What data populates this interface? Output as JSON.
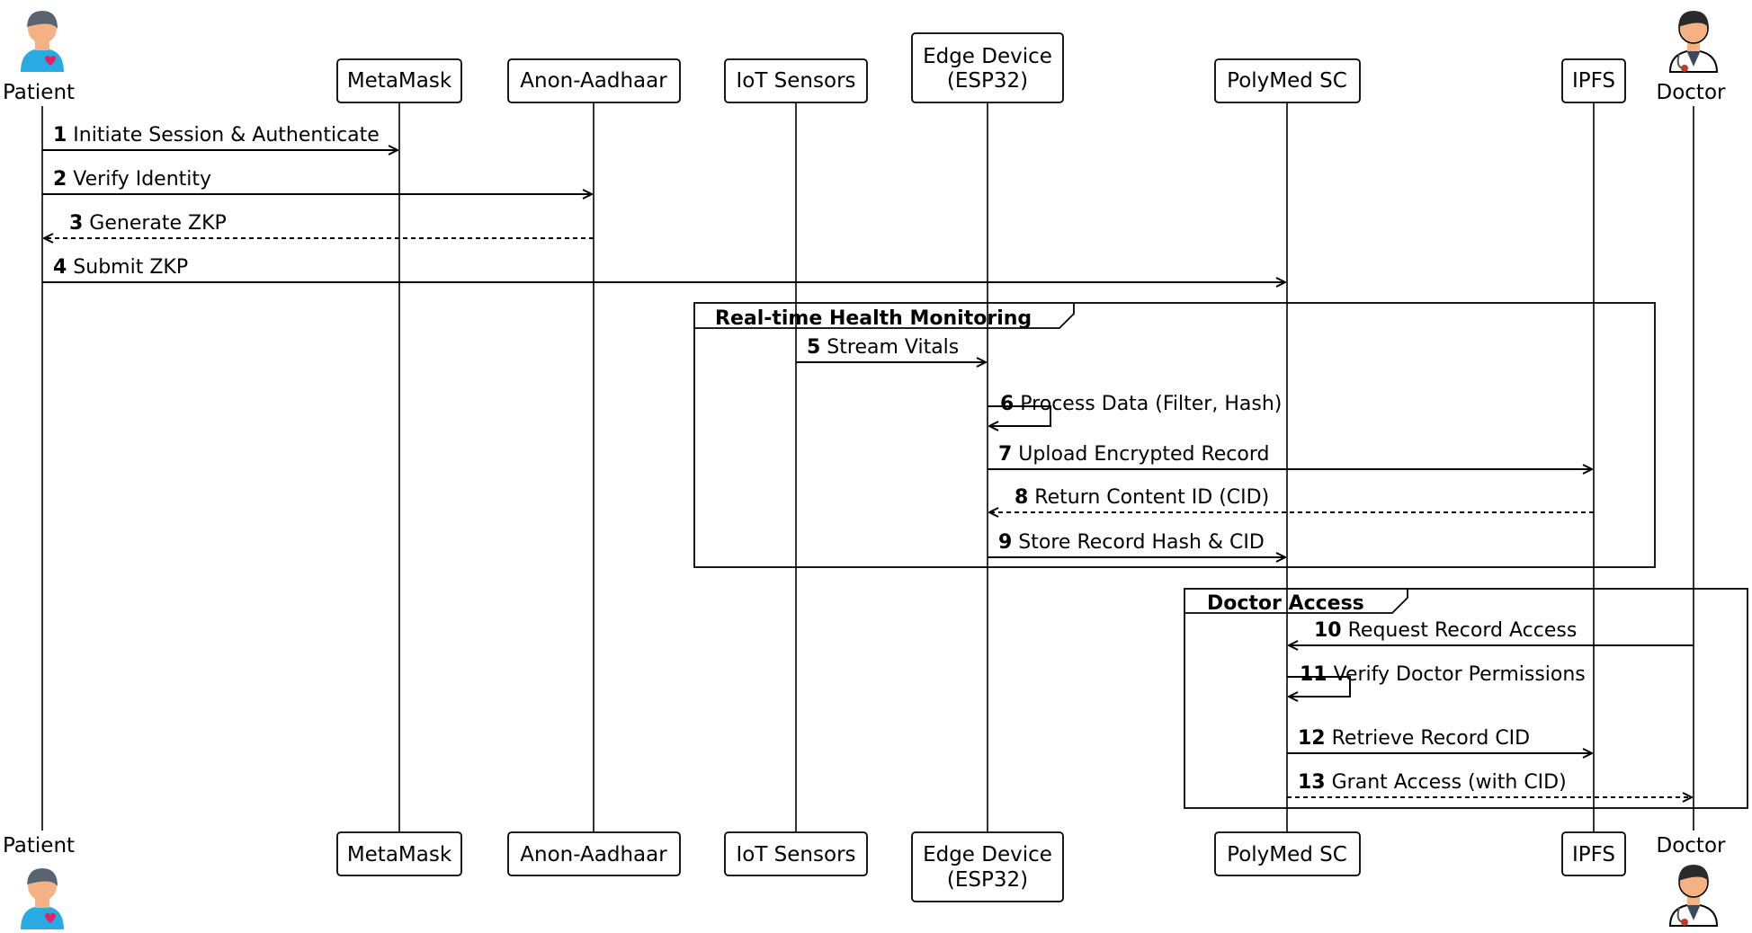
{
  "participants": [
    {
      "id": "patient",
      "label": "Patient",
      "kind": "actor"
    },
    {
      "id": "metamask",
      "label": "MetaMask",
      "kind": "box"
    },
    {
      "id": "anon",
      "label": "Anon-Aadhaar",
      "kind": "box"
    },
    {
      "id": "iot",
      "label": "IoT Sensors",
      "kind": "box"
    },
    {
      "id": "edge",
      "label": "Edge Device",
      "label2": "(ESP32)",
      "kind": "box"
    },
    {
      "id": "polymed",
      "label": "PolyMed SC",
      "kind": "box"
    },
    {
      "id": "ipfs",
      "label": "IPFS",
      "kind": "box"
    },
    {
      "id": "doctor",
      "label": "Doctor",
      "kind": "actor"
    }
  ],
  "groups": [
    {
      "title": "Real-time Health Monitoring"
    },
    {
      "title": "Doctor Access"
    }
  ],
  "messages": [
    {
      "num": "1",
      "text": "Initiate Session & Authenticate",
      "from": "patient",
      "to": "metamask",
      "style": "solid"
    },
    {
      "num": "2",
      "text": "Verify Identity",
      "from": "patient",
      "to": "anon",
      "style": "solid"
    },
    {
      "num": "3",
      "text": "Generate ZKP",
      "from": "anon",
      "to": "patient",
      "style": "dashed"
    },
    {
      "num": "4",
      "text": "Submit ZKP",
      "from": "patient",
      "to": "polymed",
      "style": "solid"
    },
    {
      "num": "5",
      "text": "Stream Vitals",
      "from": "iot",
      "to": "edge",
      "style": "solid"
    },
    {
      "num": "6",
      "text": "Process Data (Filter, Hash)",
      "from": "edge",
      "to": "edge",
      "style": "self"
    },
    {
      "num": "7",
      "text": "Upload Encrypted Record",
      "from": "edge",
      "to": "ipfs",
      "style": "solid"
    },
    {
      "num": "8",
      "text": "Return Content ID (CID)",
      "from": "ipfs",
      "to": "edge",
      "style": "dashed"
    },
    {
      "num": "9",
      "text": "Store Record Hash & CID",
      "from": "edge",
      "to": "polymed",
      "style": "solid"
    },
    {
      "num": "10",
      "text": "Request Record Access",
      "from": "doctor",
      "to": "polymed",
      "style": "solid"
    },
    {
      "num": "11",
      "text": "Verify Doctor Permissions",
      "from": "polymed",
      "to": "polymed",
      "style": "self"
    },
    {
      "num": "12",
      "text": "Retrieve Record CID",
      "from": "polymed",
      "to": "ipfs",
      "style": "solid"
    },
    {
      "num": "13",
      "text": "Grant Access (with CID)",
      "from": "polymed",
      "to": "doctor",
      "style": "dashed"
    }
  ],
  "colors": {
    "line": "#000000",
    "patient_shirt": "#29abe2",
    "patient_hair": "#5a6470",
    "skin": "#f4b183",
    "heart": "#e91e63",
    "doctor_hair": "#2b2b2b",
    "coat": "#ffffff"
  }
}
